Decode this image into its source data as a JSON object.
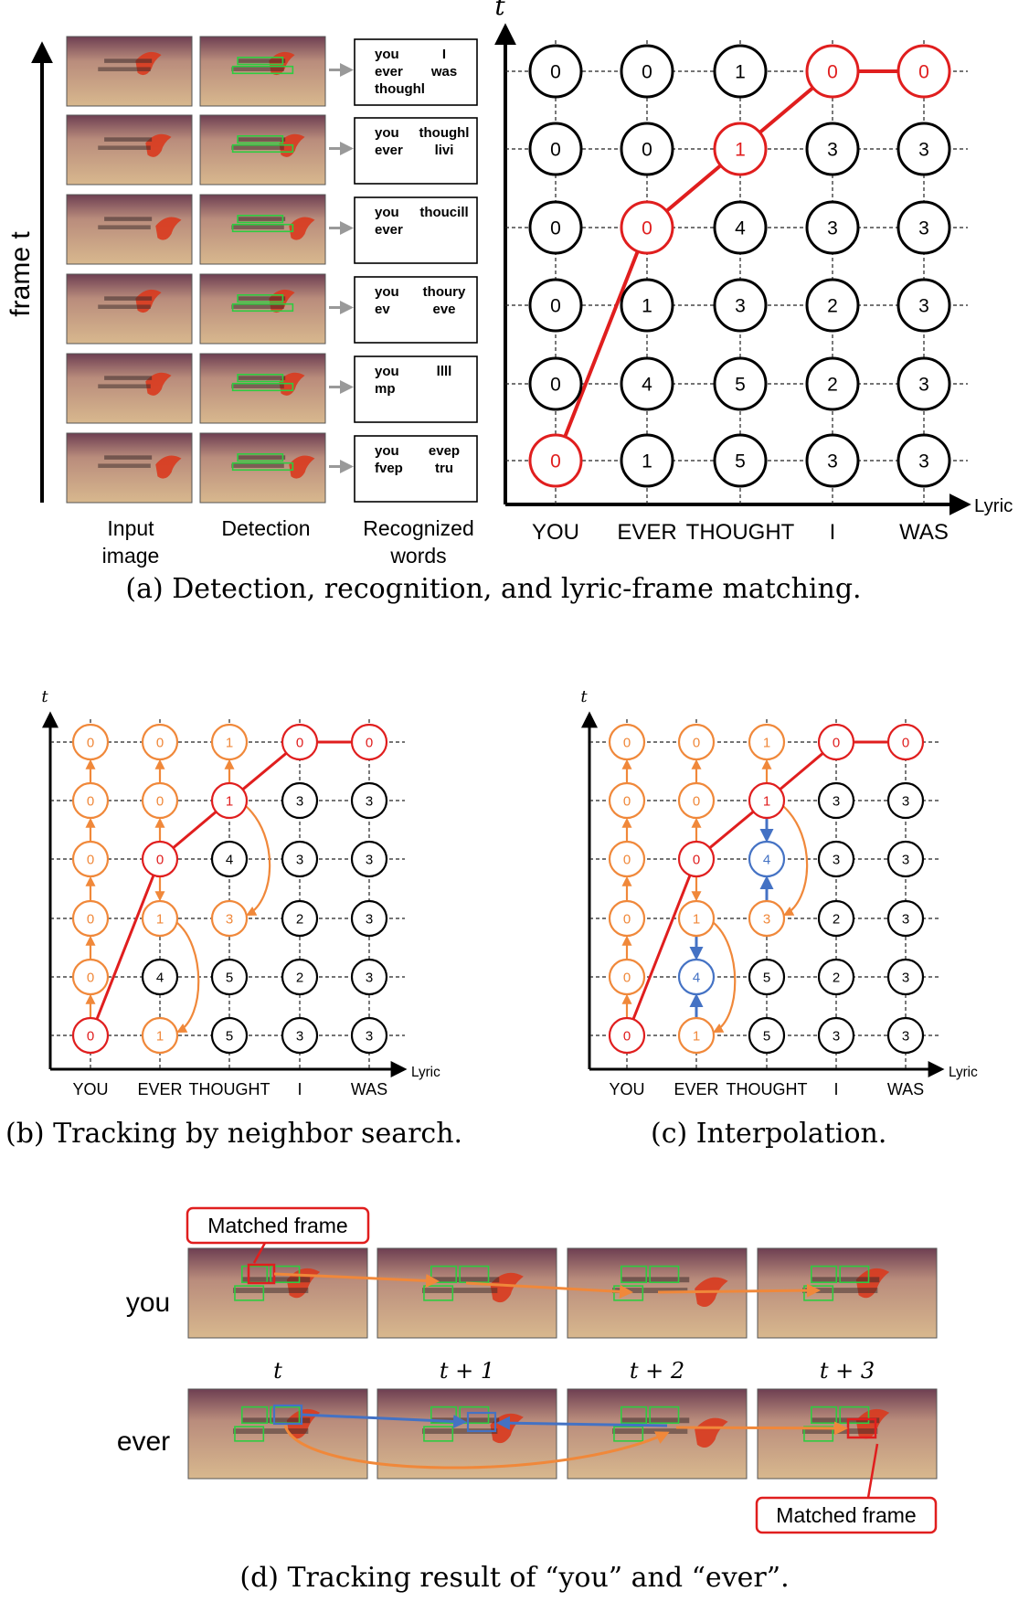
{
  "panel_a": {
    "axis_vertical_label": "frame t",
    "col_labels": [
      "Input image",
      "Detection",
      "Recognized words"
    ],
    "col_label_lines": [
      [
        "Input",
        "image"
      ],
      [
        "Detection"
      ],
      [
        "Recognized",
        "words"
      ]
    ],
    "recognized": [
      {
        "left": [
          "you",
          "ever",
          "thoughl"
        ],
        "right": [
          "I",
          "was"
        ]
      },
      {
        "left": [
          "you",
          "ever"
        ],
        "right": [
          "thoughl",
          "livi"
        ]
      },
      {
        "left": [
          "you",
          "ever"
        ],
        "right": [
          "thoucill"
        ]
      },
      {
        "left": [
          "you",
          "ev"
        ],
        "right": [
          "thoury",
          "eve"
        ]
      },
      {
        "left": [
          "you",
          "mp"
        ],
        "right": [
          "llll"
        ]
      },
      {
        "left": [
          "you",
          "fvep"
        ],
        "right": [
          "evep",
          "tru"
        ]
      }
    ],
    "t_label": "t",
    "x_label": "Lyric",
    "lyrics": [
      "YOU",
      "EVER",
      "THOUGHT",
      "I",
      "WAS"
    ],
    "grid": [
      [
        0,
        0,
        1,
        0,
        0
      ],
      [
        0,
        0,
        1,
        3,
        3
      ],
      [
        0,
        0,
        4,
        3,
        3
      ],
      [
        0,
        1,
        3,
        2,
        3
      ],
      [
        0,
        4,
        5,
        2,
        3
      ],
      [
        0,
        1,
        5,
        3,
        3
      ]
    ],
    "red_path": [
      [
        5,
        0
      ],
      [
        2,
        1
      ],
      [
        1,
        2
      ],
      [
        0,
        3
      ],
      [
        0,
        4
      ]
    ],
    "caption": "(a) Detection, recognition, and lyric-frame matching."
  },
  "panel_b": {
    "t_label": "t",
    "x_label": "Lyric",
    "lyrics": [
      "YOU",
      "EVER",
      "THOUGHT",
      "I",
      "WAS"
    ],
    "grid": [
      [
        0,
        0,
        1,
        0,
        0
      ],
      [
        0,
        0,
        1,
        3,
        3
      ],
      [
        0,
        0,
        4,
        3,
        3
      ],
      [
        0,
        1,
        3,
        2,
        3
      ],
      [
        0,
        4,
        5,
        2,
        3
      ],
      [
        0,
        1,
        5,
        3,
        3
      ]
    ],
    "colors": [
      [
        "orange",
        "orange",
        "orange",
        "red",
        "red"
      ],
      [
        "orange",
        "orange",
        "red",
        "black",
        "black"
      ],
      [
        "orange",
        "red",
        "black",
        "black",
        "black"
      ],
      [
        "orange",
        "orange",
        "orange",
        "black",
        "black"
      ],
      [
        "orange",
        "black",
        "black",
        "black",
        "black"
      ],
      [
        "red",
        "orange",
        "black",
        "black",
        "black"
      ]
    ],
    "caption": "(b) Tracking by neighbor search."
  },
  "panel_c": {
    "t_label": "t",
    "x_label": "Lyric",
    "lyrics": [
      "YOU",
      "EVER",
      "THOUGHT",
      "I",
      "WAS"
    ],
    "grid": [
      [
        0,
        0,
        1,
        0,
        0
      ],
      [
        0,
        0,
        1,
        3,
        3
      ],
      [
        0,
        0,
        4,
        3,
        3
      ],
      [
        0,
        1,
        3,
        2,
        3
      ],
      [
        0,
        4,
        5,
        2,
        3
      ],
      [
        0,
        1,
        5,
        3,
        3
      ]
    ],
    "colors": [
      [
        "orange",
        "orange",
        "orange",
        "red",
        "red"
      ],
      [
        "orange",
        "orange",
        "red",
        "black",
        "black"
      ],
      [
        "orange",
        "red",
        "blue",
        "black",
        "black"
      ],
      [
        "orange",
        "orange",
        "orange",
        "black",
        "black"
      ],
      [
        "orange",
        "blue",
        "black",
        "black",
        "black"
      ],
      [
        "red",
        "orange",
        "black",
        "black",
        "black"
      ]
    ],
    "caption": "(c) Interpolation."
  },
  "panel_d": {
    "matched_label_top": "Matched frame",
    "matched_label_bottom": "Matched frame",
    "row_labels": [
      "you",
      "ever"
    ],
    "time_labels": [
      "t",
      "t + 1",
      "t + 2",
      "t + 3"
    ],
    "caption": "(d) Tracking result of “you” and “ever”."
  },
  "colors": {
    "red": "#e01e1e",
    "orange": "#f0883a",
    "blue": "#4472c4",
    "green_box": "#2ecc40",
    "frame_bg_top": "#7a4a5a",
    "frame_bg_bottom": "#d6b490",
    "bird": "#d93a1e"
  }
}
